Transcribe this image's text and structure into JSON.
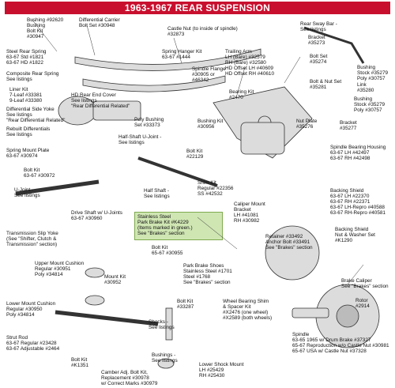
{
  "title": "1963-1967 REAR SUSPENSION",
  "colors": {
    "title_bg": "#c8102e",
    "title_text": "#ffffff",
    "callout_bg": "#cfe6b3",
    "part_fill": "#d9d9d9",
    "line": "#333333"
  },
  "labels": [
    {
      "id": "bushing",
      "lines": [
        "Bushing #92620",
        "Bushing",
        "Bolt Kit",
        "#30947"
      ]
    },
    {
      "id": "differential-carrier-bolt-set",
      "lines": [
        "Differential Carrier",
        "Bolt Set #30948"
      ]
    },
    {
      "id": "castle-nut",
      "lines": [
        "Castle Nut (to inside of spindle)",
        "#32873"
      ]
    },
    {
      "id": "rear-sway-bar",
      "lines": [
        "Rear Sway Bar -",
        "See listings"
      ]
    },
    {
      "id": "bracket-top",
      "lines": [
        "Bracket",
        "#35273"
      ]
    },
    {
      "id": "steel-rear-spring",
      "lines": [
        "Steel Rear Spring",
        "63-67 Std #1821",
        "63-67 HD #1822"
      ]
    },
    {
      "id": "spring-hanger-kit",
      "lines": [
        "Spring Hanger Kit",
        "63-67 #1444"
      ]
    },
    {
      "id": "composite-rear-spring",
      "lines": [
        "Composite Rear Spring",
        "See listings"
      ]
    },
    {
      "id": "liner-kit",
      "lines": [
        "Liner Kit",
        "7-Leaf #33381",
        "9-Leaf #33380"
      ]
    },
    {
      "id": "trailing-arm",
      "lines": [
        "Trailing Arm",
        "LH (Bare) #32579",
        "RH (Bare) #32580",
        "HD Offset LH #40609",
        "HD Offset RH #40610"
      ]
    },
    {
      "id": "bolt-set",
      "lines": [
        "Bolt Set",
        "#35274"
      ]
    },
    {
      "id": "bushing-stock",
      "lines": [
        "Bushing",
        "Stock #35279",
        "Poly #30757"
      ]
    },
    {
      "id": "spindle-flange",
      "lines": [
        "Spindle Flange",
        "#30905 or",
        "#46342"
      ]
    },
    {
      "id": "rear-diff-cover",
      "lines": [
        "HD Rear End Cover",
        "See listings",
        "\"Rear Differential Related\""
      ]
    },
    {
      "id": "bolt-nut-set",
      "lines": [
        "Bolt & Nut Set",
        "#35281"
      ]
    },
    {
      "id": "link",
      "lines": [
        "Link",
        "#35280"
      ]
    },
    {
      "id": "bearing-kit",
      "lines": [
        "Bearing Kit",
        "#2470"
      ]
    },
    {
      "id": "diff-side-yoke",
      "lines": [
        "Differential Side Yoke",
        "See listings",
        "\"Rear Differential Related\""
      ]
    },
    {
      "id": "poly-bushing-set",
      "lines": [
        "Poly Bushing",
        "Set #33373"
      ]
    },
    {
      "id": "bushing-stock-2",
      "lines": [
        "Bushing",
        "Stock #35279",
        "Poly #30757"
      ]
    },
    {
      "id": "rebuilt-differentials",
      "lines": [
        "Rebuilt Differentials",
        "See listings"
      ]
    },
    {
      "id": "bushing-kit",
      "lines": [
        "Bushing Kit",
        "#30956"
      ]
    },
    {
      "id": "nut-plate",
      "lines": [
        "Nut Plate",
        "#35276"
      ]
    },
    {
      "id": "bracket-side",
      "lines": [
        "Bracket",
        "#35277"
      ]
    },
    {
      "id": "half-shaft-ujoint",
      "lines": [
        "Half-Shaft U-Joint -",
        "See listings"
      ]
    },
    {
      "id": "spring-mount-plate",
      "lines": [
        "Spring Mount Plate",
        "63-67 #30974"
      ]
    },
    {
      "id": "bolt-kit-22129",
      "lines": [
        "Bolt Kit",
        "#22129"
      ]
    },
    {
      "id": "spindle-bearing-housing",
      "lines": [
        "Spindle Bearing Housing",
        "63-67 LH #42497",
        "63-67 RH #42498"
      ]
    },
    {
      "id": "bolt-kit-30972",
      "lines": [
        "Bolt Kit",
        "63-67 #30972"
      ]
    },
    {
      "id": "shim-kit",
      "lines": [
        "Shim Kit",
        "Regular #22356",
        "SS #42532"
      ]
    },
    {
      "id": "ujoint",
      "lines": [
        "U-Joint -",
        "See listings"
      ]
    },
    {
      "id": "half-shaft",
      "lines": [
        "Half Shaft -",
        "See listings"
      ]
    },
    {
      "id": "backing-shield",
      "lines": [
        "Backing Shield",
        "63-67 LH #22370",
        "63-67 RH #22371",
        "63-67 LH-Repro #40588",
        "63-67 RH-Repro #40581"
      ]
    },
    {
      "id": "caliper-mount-bracket",
      "lines": [
        "Caliper Mount",
        "Bracket",
        "LH #41081",
        "RH #30982"
      ]
    },
    {
      "id": "drive-shaft",
      "lines": [
        "Drive Shaft w/ U-Joints",
        "63-67 #30960"
      ]
    },
    {
      "id": "trans-slip-yoke",
      "lines": [
        "Transmission Slip Yoke",
        "(See \"Shifter, Clutch &",
        "Transmission\" section)"
      ]
    },
    {
      "id": "backing-shield-nut",
      "lines": [
        "Backing Shield",
        "Nut & Washer Set",
        "#K1290"
      ]
    },
    {
      "id": "retainer",
      "lines": [
        "Retainer #33492",
        "Anchor Bolt #33491",
        "See \"Brakes\" section"
      ]
    },
    {
      "id": "bolt-kit-30955",
      "lines": [
        "Bolt Kit",
        "65-67 #30955"
      ]
    },
    {
      "id": "upper-mount-cushion",
      "lines": [
        "Upper Mount Cushion",
        "Regular #30951",
        "Poly #34814"
      ]
    },
    {
      "id": "park-brake-shoes",
      "lines": [
        "Park Brake Shoes",
        "Stainless Steel #1701",
        "Steel #1768",
        "See \"Brakes\" section"
      ]
    },
    {
      "id": "mount-kit",
      "lines": [
        "Mount Kit",
        "#30952"
      ]
    },
    {
      "id": "brake-caliper",
      "lines": [
        "Brake Caliper",
        "See \"Brakes\" section"
      ]
    },
    {
      "id": "lower-mount-cushion",
      "lines": [
        "Lower Mount Cushion",
        "Regular #30950",
        "Poly #34814"
      ]
    },
    {
      "id": "wheel-bearing-shim",
      "lines": [
        "Wheel Bearing Shim",
        "& Spacer Kit",
        "#X2476 (one wheel)",
        "#X2589 (both wheels)"
      ]
    },
    {
      "id": "rotor",
      "lines": [
        "Rotor",
        "#2914"
      ]
    },
    {
      "id": "bolt-kit-33287",
      "lines": [
        "Bolt Kit",
        "#33287"
      ]
    },
    {
      "id": "shocks",
      "lines": [
        "Shocks -",
        "See listings"
      ]
    },
    {
      "id": "strut-rod",
      "lines": [
        "Strut Rod",
        "63-67 Regular #23428",
        "63-67 Adjustable #2464"
      ]
    },
    {
      "id": "spindle",
      "lines": [
        "Spindle",
        "63-65 1965 w/ Drum Brake #37327",
        "65-67 Reproduction w/o Castle Nut #30981",
        "65-67 USA w/ Castle Nut #37328"
      ]
    },
    {
      "id": "bolt-kit-k1351",
      "lines": [
        "Bolt Kit",
        "#K1351"
      ]
    },
    {
      "id": "camber-adj",
      "lines": [
        "Camber Adj. Bolt Kit,",
        "Replacement #30978",
        "w/ Correct Marks #30979"
      ]
    },
    {
      "id": "bushings",
      "lines": [
        "Bushings -",
        "See listings"
      ]
    },
    {
      "id": "lower-shock-mount",
      "lines": [
        "Lower Shock Mount",
        "LH #25429",
        "RH #25430"
      ]
    }
  ],
  "callout": {
    "lines": [
      "Stainless Steel",
      "Park Brake Kit #K4229",
      "(Items marked in green.)",
      "See \"Brakes\" section"
    ]
  }
}
